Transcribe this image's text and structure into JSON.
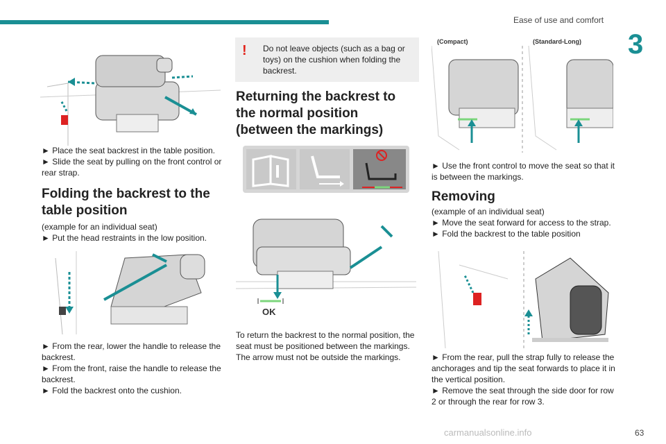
{
  "header": {
    "section": "Ease of use and comfort",
    "chapter": "3"
  },
  "footer": {
    "page": "63",
    "watermark": "carmanualsonline.info"
  },
  "col1": {
    "bullets_a": [
      "► Place the seat backrest in the table position.",
      "► Slide the seat by pulling on the front control or rear strap."
    ],
    "heading": "Folding the backrest to the table position",
    "intro": "(example for an individual seat)",
    "bullet_b": "► Put the head restraints in the low position.",
    "bullets_c": [
      "► From the rear, lower the handle to release the backrest.",
      "► From the front, raise the handle to release the backrest.",
      "► Fold the backrest onto the cushion."
    ]
  },
  "col2": {
    "warning": "Do not leave objects (such as a bag or toys) on the cushion when folding the backrest.",
    "heading": "Returning the backrest to the normal position (between the markings)",
    "ok_label": "OK",
    "body": "To return the backrest to the normal position, the seat must be positioned between the markings. The arrow must not be outside the markings."
  },
  "col3": {
    "label_compact": "(Compact)",
    "label_long": "(Standard-Long)",
    "bullet_a": "► Use the front control to move the seat so that it is between the markings.",
    "heading": "Removing",
    "intro": "(example of an individual seat)",
    "bullets_b": [
      "► Move the seat forward for access to the strap.",
      "► Fold the backrest to the table position"
    ],
    "bullets_c": [
      "► From the rear, pull the strap fully to release the anchorages and tip the seat forwards to place it in the vertical position.",
      "► Remove the seat through the side door for row 2 or through the rear for row 3."
    ]
  }
}
